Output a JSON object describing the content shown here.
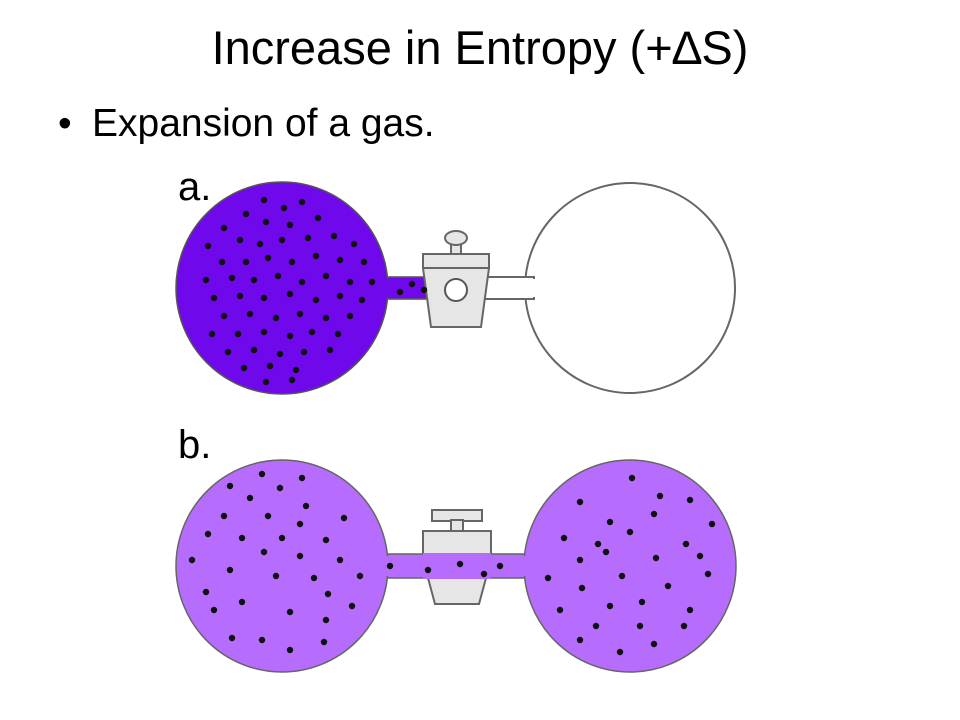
{
  "slide": {
    "title": "Increase in Entropy (+∆S)",
    "bullet_symbol": "•",
    "bullet_text": "Expansion of a gas."
  },
  "colors": {
    "dense_gas": "#6f08ea",
    "expanded_gas": "#b66cfc",
    "valve": "#e6e6e6",
    "outline": "#666666",
    "particle": "#111111"
  },
  "panels": [
    {
      "label": "a.",
      "state": "before expansion: gas confined to left flask, valve closed",
      "valve_open": false
    },
    {
      "label": "b.",
      "state": "after expansion: gas fills both flasks, valve open",
      "valve_open": true
    }
  ]
}
